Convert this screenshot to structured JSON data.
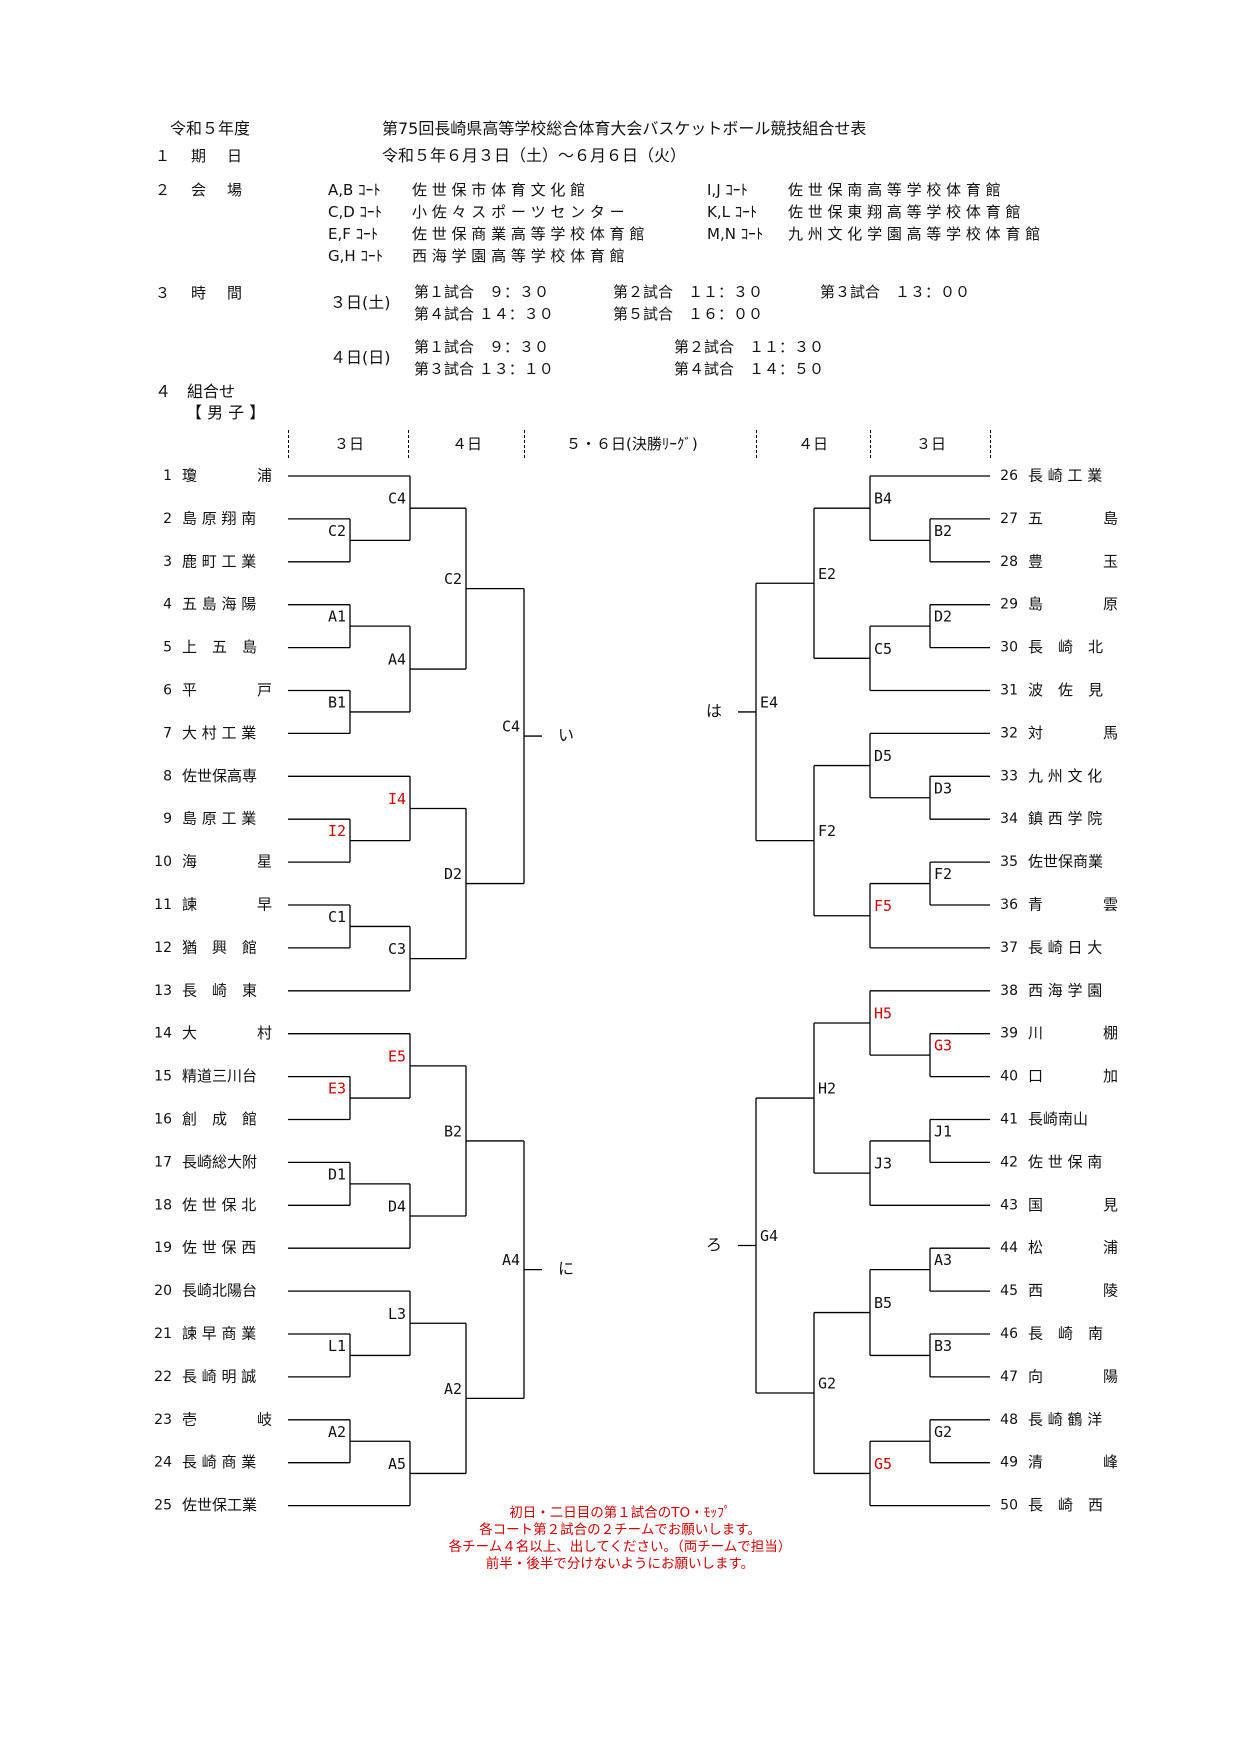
{
  "header": {
    "year": "令和５年度",
    "title": "第75回長崎県高等学校総合体育大会バスケットボール競技組合せ表"
  },
  "schedule": {
    "date_label": "１　期　日",
    "date_value": "令和５年６月３日（土）～６月６日（火）",
    "venue_label": "２　会　場",
    "venues": [
      {
        "court": "A,B ｺｰﾄ",
        "name": "佐 世 保 市 体 育 文 化 館"
      },
      {
        "court": "C,D ｺｰﾄ",
        "name": "小 佐 々 ス ポ ー ツ セ ン タ ー"
      },
      {
        "court": "E,F ｺｰﾄ",
        "name": "佐 世 保 商 業 高 等 学 校 体 育 館"
      },
      {
        "court": "G,H ｺｰﾄ",
        "name": "西 海 学 園 高 等 学 校 体 育 館"
      },
      {
        "court": "I,J ｺｰﾄ",
        "name": "佐 世 保 南 高 等 学 校 体 育 館"
      },
      {
        "court": "K,L ｺｰﾄ",
        "name": "佐 世 保 東 翔 高 等 学 校 体 育 館"
      },
      {
        "court": "M,N ｺｰﾄ",
        "name": "九 州 文 化 学 園 高 等 学 校 体 育 館"
      }
    ],
    "time_label": "３　時　間",
    "day3_label": "３日(土)",
    "day3_games": [
      "第１試合　９：３０",
      "第２試合　１１：３０",
      "第３試合　１３：００",
      "第４試合 １４：３０",
      "第５試合　１６：００"
    ],
    "day4_label": "４日(日)",
    "day4_games": [
      "第１試合　９：３０",
      "第２試合　１１：３０",
      "第３試合 １３：１０",
      "第４試合　１４：５０"
    ]
  },
  "bracket": {
    "section_label": "４　組合せ",
    "division_label": "【 男 子 】",
    "day_headers": [
      "３日",
      "４日",
      "５・６日(決勝ﾘｰｸﾞ)",
      "４日",
      "３日"
    ],
    "left_teams": [
      {
        "no": "1",
        "name": "瓊　　　　浦"
      },
      {
        "no": "2",
        "name": "島 原 翔 南"
      },
      {
        "no": "3",
        "name": "鹿 町 工 業"
      },
      {
        "no": "4",
        "name": "五 島 海 陽"
      },
      {
        "no": "5",
        "name": "上　五　島"
      },
      {
        "no": "6",
        "name": "平　　　　戸"
      },
      {
        "no": "7",
        "name": "大 村 工 業"
      },
      {
        "no": "8",
        "name": "佐世保高専"
      },
      {
        "no": "9",
        "name": "島 原 工 業"
      },
      {
        "no": "10",
        "name": "海　　　　星"
      },
      {
        "no": "11",
        "name": "諫　　　　早"
      },
      {
        "no": "12",
        "name": "猶　興　館"
      },
      {
        "no": "13",
        "name": "長　崎　東"
      },
      {
        "no": "14",
        "name": "大　　　　村"
      },
      {
        "no": "15",
        "name": "精道三川台"
      },
      {
        "no": "16",
        "name": "創　成　館"
      },
      {
        "no": "17",
        "name": "長崎総大附"
      },
      {
        "no": "18",
        "name": "佐 世 保 北"
      },
      {
        "no": "19",
        "name": "佐 世 保 西"
      },
      {
        "no": "20",
        "name": "長崎北陽台"
      },
      {
        "no": "21",
        "name": "諫 早 商 業"
      },
      {
        "no": "22",
        "name": "長 崎 明 誠"
      },
      {
        "no": "23",
        "name": "壱　　　　岐"
      },
      {
        "no": "24",
        "name": "長 崎 商 業"
      },
      {
        "no": "25",
        "name": "佐世保工業"
      }
    ],
    "right_teams": [
      {
        "no": "26",
        "name": "長 崎 工 業"
      },
      {
        "no": "27",
        "name": "五　　　　島"
      },
      {
        "no": "28",
        "name": "豊　　　　玉"
      },
      {
        "no": "29",
        "name": "島　　　　原"
      },
      {
        "no": "30",
        "name": "長　崎　北"
      },
      {
        "no": "31",
        "name": "波　佐　見"
      },
      {
        "no": "32",
        "name": "対　　　　馬"
      },
      {
        "no": "33",
        "name": "九 州 文 化"
      },
      {
        "no": "34",
        "name": "鎮 西 学 院"
      },
      {
        "no": "35",
        "name": "佐世保商業"
      },
      {
        "no": "36",
        "name": "青　　　　雲"
      },
      {
        "no": "37",
        "name": "長 崎 日 大"
      },
      {
        "no": "38",
        "name": "西 海 学 園"
      },
      {
        "no": "39",
        "name": "川　　　　棚"
      },
      {
        "no": "40",
        "name": "口　　　　加"
      },
      {
        "no": "41",
        "name": "長崎南山"
      },
      {
        "no": "42",
        "name": "佐 世 保 南"
      },
      {
        "no": "43",
        "name": "国　　　　見"
      },
      {
        "no": "44",
        "name": "松　　　　浦"
      },
      {
        "no": "45",
        "name": "西　　　　陵"
      },
      {
        "no": "46",
        "name": "長　崎　南"
      },
      {
        "no": "47",
        "name": "向　　　　陽"
      },
      {
        "no": "48",
        "name": "長 崎 鶴 洋"
      },
      {
        "no": "49",
        "name": "清　　　　峰"
      },
      {
        "no": "50",
        "name": "長　崎　西"
      }
    ],
    "games": {
      "C4a": "C4",
      "C2a": "C2",
      "A1": "A1",
      "A4": "A4",
      "B1": "B1",
      "C2b": "C2",
      "I4": "I4",
      "I2": "I2",
      "D2": "D2",
      "C1": "C1",
      "C3": "C3",
      "C4final": "C4",
      "E5": "E5",
      "E3": "E3",
      "D1": "D1",
      "D4": "D4",
      "B2": "B2",
      "L3": "L3",
      "L1": "L1",
      "A2a": "A2",
      "A2b": "A2",
      "A5": "A5",
      "A4final": "A4",
      "B4": "B4",
      "B2r": "B2",
      "E2": "E2",
      "D2r": "D2",
      "C5": "C5",
      "E4": "E4",
      "D5": "D5",
      "D3": "D3",
      "F2a": "F2",
      "F2b": "F2",
      "F5": "F5",
      "H5": "H5",
      "G3": "G3",
      "H2": "H2",
      "J1": "J1",
      "J3": "J3",
      "G4": "G4",
      "A3": "A3",
      "B5": "B5",
      "B3": "B3",
      "G2a": "G2",
      "G2b": "G2",
      "G5": "G5"
    },
    "block_labels": {
      "i": "い",
      "ha": "は",
      "ni": "に",
      "ro": "ろ"
    },
    "red_games": [
      "I4",
      "I2",
      "E5",
      "E3",
      "F5",
      "H5",
      "G3",
      "G5"
    ]
  },
  "notes": [
    "初日・二日目の第１試合のTO・ﾓｯﾌﾟ",
    "各コート第２試合の２チームでお願いします。",
    "各チーム４名以上、出してください。（両チームで担当）",
    "前半・後半で分けないようにお願いします。"
  ]
}
